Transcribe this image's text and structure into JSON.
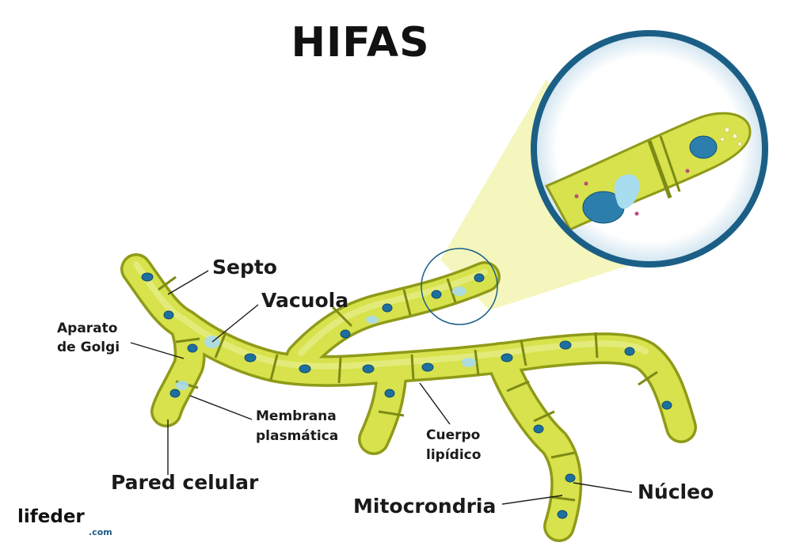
{
  "title": "HIFAS",
  "labels": {
    "septo": "Septo",
    "vacuola": "Vacuola",
    "golgi_line1": "Aparato",
    "golgi_line2": "de Golgi",
    "membrana_line1": "Membrana",
    "membrana_line2": "plasmática",
    "cuerpo_line1": "Cuerpo",
    "cuerpo_line2": "lipídico",
    "pared": "Pared celular",
    "mitocondria": "Mitocrondria",
    "nucleo": "Núcleo"
  },
  "logo": {
    "text": "lifeder",
    "suffix": ".com"
  },
  "colors": {
    "hypha_fill": "#d7e24c",
    "hypha_edge": "#8f9a18",
    "septum": "#7d8a14",
    "nucleus": "#1e6f9e",
    "vacuole": "#a8dcef",
    "magnifier_ring": "#1b5f86",
    "beam": "#f2f4b0"
  }
}
